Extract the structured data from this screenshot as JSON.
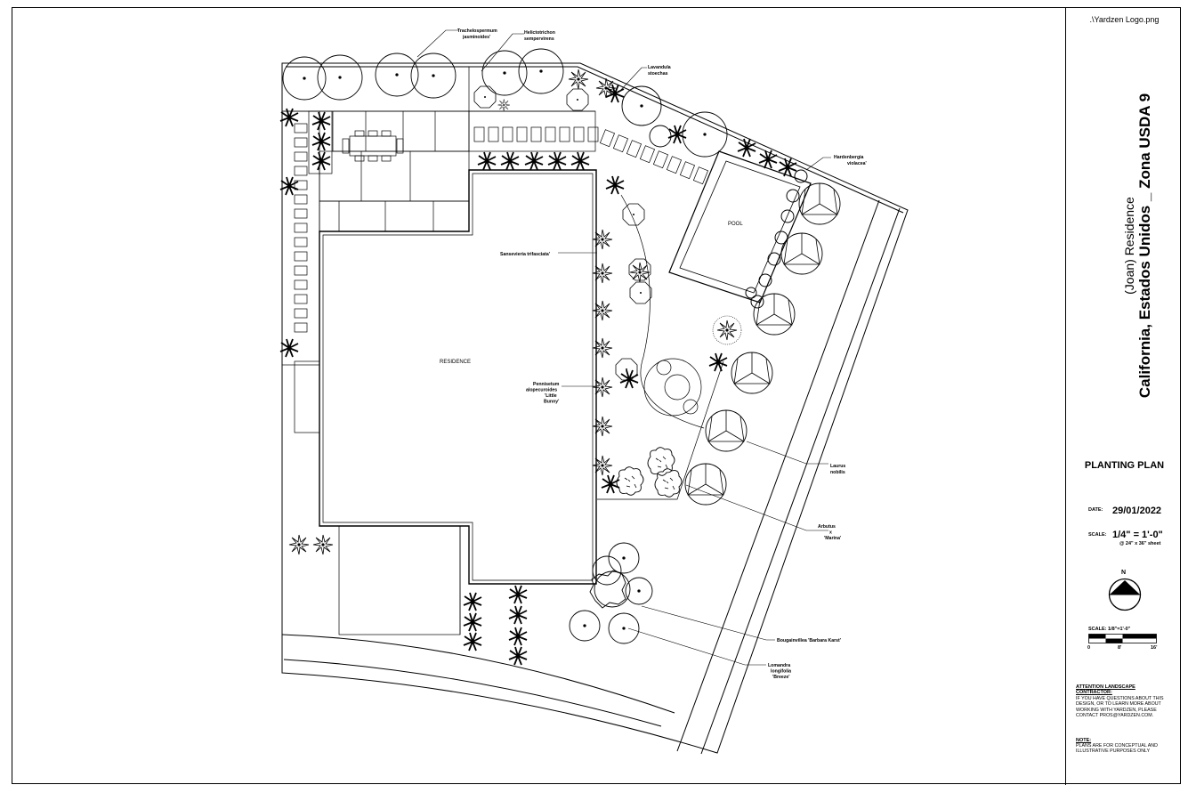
{
  "title_block": {
    "logo_text": ".\\Yardzen Logo.png",
    "residence": "(Joan) Residence",
    "location": "California, Estados Unidos _ Zona USDA 9",
    "plan_title": "PLANTING PLAN",
    "date_label": "DATE:",
    "date_value": "29/01/2022",
    "scale_label": "SCALE:",
    "scale_value": "1/4\" = 1'-0\"",
    "scale_sheet": "@ 24\" x 36\" sheet",
    "north_label": "N",
    "bar_scale_label": "SCALE: 1/8\"=1'-0\"",
    "bar_ticks": [
      "0",
      "8'",
      "16'"
    ],
    "attention_title": "ATTENTION LANDSCAPE CONTRACTOR:",
    "attention_body": "IF YOU HAVE QUESTIONS ABOUT THIS DESIGN, OR TO LEARN MORE ABOUT WORKING WITH YARDZEN, PLEASE CONTACT PROS@YARDZEN.COM.",
    "note_title": "NOTE:",
    "note_body": "PLANS ARE FOR CONCEPTUAL AND ILLUSTRATIVE PURPOSES ONLY"
  },
  "plan": {
    "residence_label": "RESIDENCE",
    "pool_label": "POOL",
    "plant_labels": {
      "trachelospermum": [
        "Trachelospermum",
        "jasminoides'"
      ],
      "helictotrichon": [
        "Helictotrichon",
        "sempervirens"
      ],
      "lavandula": [
        "Lavandula",
        "stoechas"
      ],
      "hardenbergia": [
        "Hardenbergia",
        "violacea'"
      ],
      "sansevieria": [
        "Sansevieria trifasciata'"
      ],
      "pennisetum": [
        "Pennisetum",
        "alopecuroides",
        "'Little",
        "Bunny'"
      ],
      "laurus": [
        "Laurus",
        "nobilis"
      ],
      "arbutus": [
        "Arbutus",
        "x",
        "'Marina'"
      ],
      "bougainvillea": [
        "Bougainvillea 'Barbara Karst'"
      ],
      "lomandra": [
        "Lomandra",
        "longifolia",
        "'Breeze'"
      ]
    }
  }
}
